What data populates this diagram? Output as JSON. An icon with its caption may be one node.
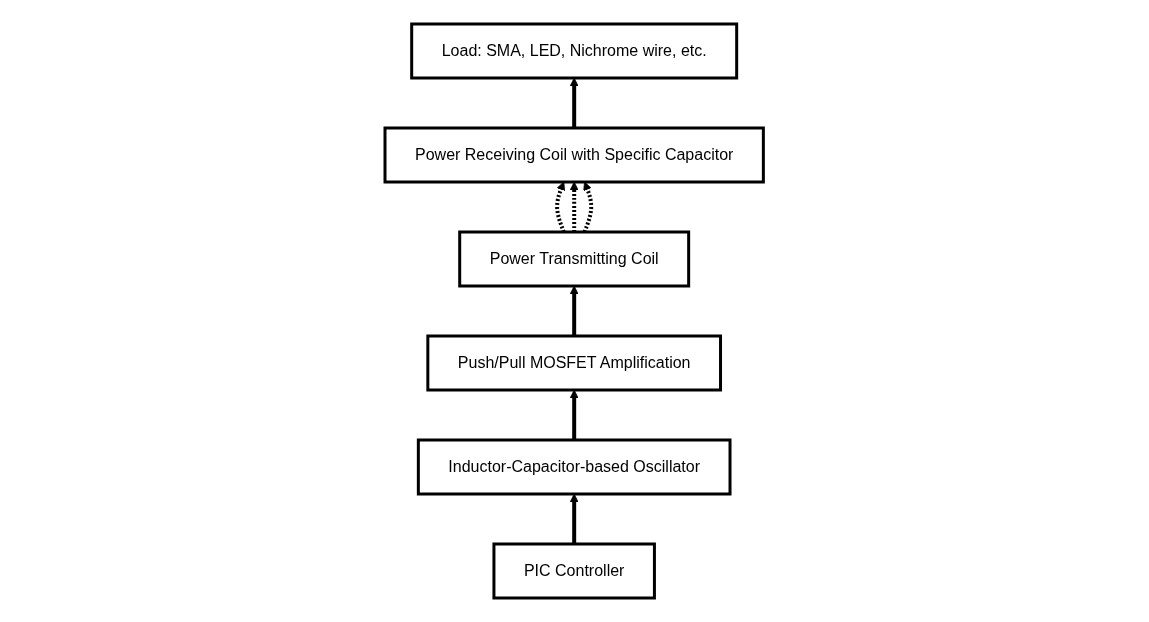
{
  "diagram": {
    "nodes": [
      {
        "text": [
          "Load: SMA, LED, Nichrome wire, etc."
        ]
      },
      {
        "text": [
          "Power Receiving Coil with Specific Capacitor"
        ]
      },
      {
        "text": [
          "Power Transmitting Coil"
        ]
      },
      {
        "text": [
          "PIC Controller"
        ]
      },
      {
        "text": [
          "Inductor-Capacitor-based Oscillator"
        ]
      },
      {
        "text": [
          "Push/Pull MOSFET Amplification"
        ]
      }
    ],
    "edges": [
      {
        "from": 1,
        "to": 0,
        "arrow": "to"
      },
      {
        "from": 2,
        "to": 1,
        "arrow": "to",
        "style": "dashed"
      },
      {
        "from": 2,
        "to": 1,
        "arrow": "to",
        "style": "dashed"
      },
      {
        "from": 2,
        "to": 1,
        "arrow": "to",
        "style": "dashed"
      },
      {
        "from": 3,
        "to": 4,
        "arrow": "to"
      },
      {
        "from": 4,
        "to": 5,
        "arrow": "to"
      },
      {
        "from": 5,
        "to": 2,
        "arrow": "to"
      }
    ]
  }
}
